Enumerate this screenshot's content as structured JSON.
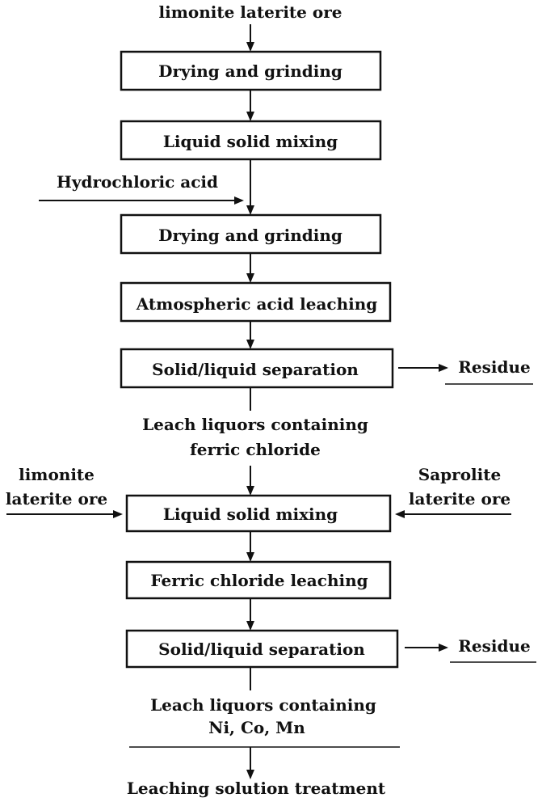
{
  "top_input": "limonite laterite ore",
  "steps": {
    "s1": "Drying and grinding",
    "s2": "Liquid solid mixing",
    "s3": "Drying and grinding",
    "s4": "Atmospheric acid leaching",
    "s5": "Solid/liquid separation",
    "s6": "Liquid solid mixing",
    "s7": "Ferric chloride leaching",
    "s8": "Solid/liquid separation"
  },
  "side_inputs": {
    "hcl": "Hydrochloric acid",
    "limonite_line1": "limonite",
    "limonite_line2": "laterite ore",
    "saprolite_line1": "Saprolite",
    "saprolite_line2": "laterite ore"
  },
  "outputs": {
    "residue_1": "Residue",
    "residue_2": "Residue",
    "liquor_1_line1": "Leach liquors containing",
    "liquor_1_line2": "ferric chloride",
    "liquor_2_line1": "Leach liquors containing",
    "liquor_2_line2": "Ni, Co, Mn",
    "final": "Leaching solution treatment"
  },
  "colors": {
    "line": "#111111",
    "text": "#111111",
    "background": "#ffffff"
  }
}
